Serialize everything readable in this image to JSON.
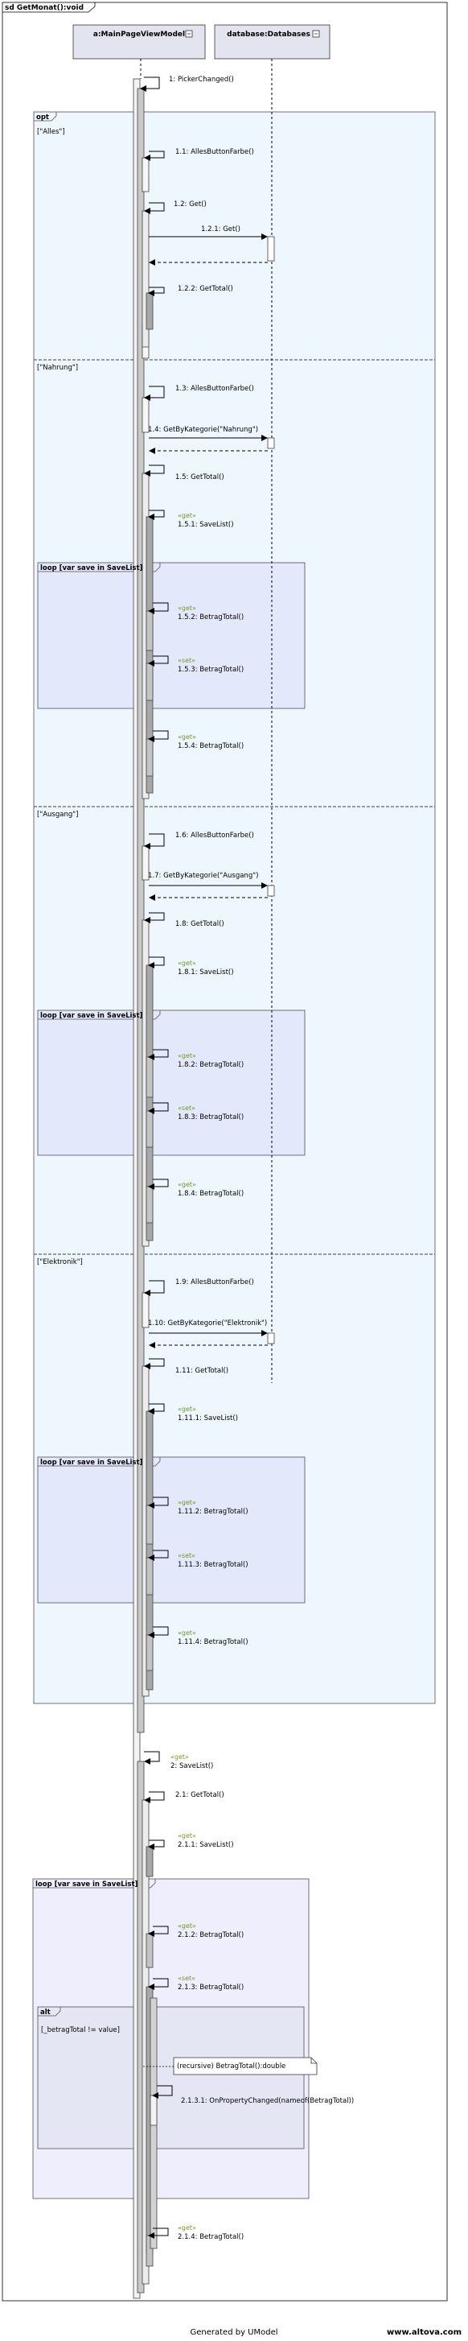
{
  "frame": {
    "title": "sd GetMonat():void"
  },
  "lifelines": [
    {
      "name": "a:MainPageViewModel"
    },
    {
      "name": "database:Databases"
    }
  ],
  "fragments": [
    {
      "kind": "opt",
      "label": "opt"
    },
    {
      "kind": "loop",
      "label": "loop [var save in SaveList]"
    },
    {
      "kind": "loop",
      "label": "loop [var save in SaveList]"
    },
    {
      "kind": "loop",
      "label": "loop [var save in SaveList]"
    },
    {
      "kind": "loop",
      "label": "loop [var save in SaveList]"
    },
    {
      "kind": "alt",
      "label": "alt"
    }
  ],
  "guards": {
    "alles": "[\"Alles\"]",
    "nahrung": "[\"Nahrung\"]",
    "ausgang": "[\"Ausgang\"]",
    "elektronik": "[\"Elektronik\"]",
    "betrag": "[_betragTotal != value]"
  },
  "stereotypes": {
    "get": "«get»",
    "set": "«set»"
  },
  "messages": [
    "1: PickerChanged()",
    "1.1: AllesButtonFarbe()",
    "1.2: Get()",
    "1.2.1: Get()",
    "1.2.2: GetTotal()",
    "1.3: AllesButtonFarbe()",
    "1.4: GetByKategorie(\"Nahrung\")",
    "1.5: GetTotal()",
    "1.5.1: SaveList()",
    "1.5.2: BetragTotal()",
    "1.5.3: BetragTotal()",
    "1.5.4: BetragTotal()",
    "1.6: AllesButtonFarbe()",
    "1.7: GetByKategorie(\"Ausgang\")",
    "1.8: GetTotal()",
    "1.8.1: SaveList()",
    "1.8.2: BetragTotal()",
    "1.8.3: BetragTotal()",
    "1.8.4: BetragTotal()",
    "1.9: AllesButtonFarbe()",
    "1.10: GetByKategorie(\"Elektronik\")",
    "1.11: GetTotal()",
    "1.11.1: SaveList()",
    "1.11.2: BetragTotal()",
    "1.11.3: BetragTotal()",
    "1.11.4: BetragTotal()",
    "2: SaveList()",
    "2.1: GetTotal()",
    "2.1.1: SaveList()",
    "2.1.2: BetragTotal()",
    "2.1.3: BetragTotal()",
    "2.1.3.1: OnPropertyChanged(nameof(BetragTotal))",
    "2.1.4: BetragTotal()"
  ],
  "note": "(recursive) BetragTotal():double",
  "footer": {
    "generated": "Generated by UModel",
    "site": "www.altova.com"
  },
  "colors": {
    "opt_fill": "#eef6fe",
    "loop_fill": "#e3e8fb",
    "loop_outer_fill": "#eeeefc",
    "alt_fill": "#e4e6f4",
    "header_fill": "#e2e4ef",
    "stereotype": "#6f9c18"
  }
}
